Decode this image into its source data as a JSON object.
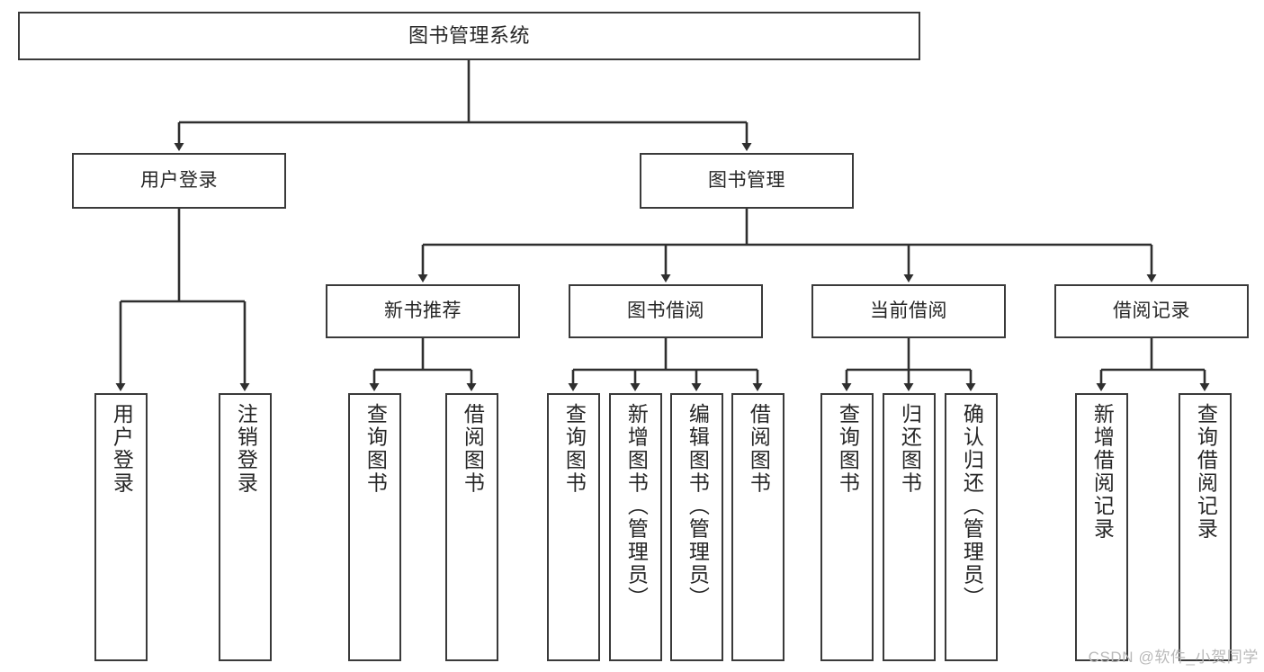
{
  "diagram": {
    "title": "图书管理系统",
    "type": "tree-hierarchy",
    "watermark": "CSDN @软件_小贺同学",
    "colors": {
      "box_border": "#3a3a3a",
      "box_fill": "#ffffff",
      "edge": "#2f2f2f",
      "text": "#262626",
      "watermark": "#b9b9b9",
      "background": "#ffffff"
    },
    "root": {
      "id": "root",
      "label": "图书管理系统"
    },
    "level2": [
      {
        "id": "user_login",
        "label": "用户登录"
      },
      {
        "id": "book_mgmt",
        "label": "图书管理"
      }
    ],
    "level3": [
      {
        "id": "new_book_rec",
        "label": "新书推荐",
        "parent": "book_mgmt"
      },
      {
        "id": "book_borrow",
        "label": "图书借阅",
        "parent": "book_mgmt"
      },
      {
        "id": "current_borrow",
        "label": "当前借阅",
        "parent": "book_mgmt"
      },
      {
        "id": "borrow_record",
        "label": "借阅记录",
        "parent": "book_mgmt"
      }
    ],
    "leaves": [
      {
        "id": "leaf_user_login",
        "label": "用户登录",
        "parent": "user_login"
      },
      {
        "id": "leaf_user_logout",
        "label": "注销登录",
        "parent": "user_login"
      },
      {
        "id": "leaf_nbr_query",
        "label": "查询图书",
        "parent": "new_book_rec"
      },
      {
        "id": "leaf_nbr_borrow",
        "label": "借阅图书",
        "parent": "new_book_rec"
      },
      {
        "id": "leaf_bb_query",
        "label": "查询图书",
        "parent": "book_borrow"
      },
      {
        "id": "leaf_bb_add",
        "label": "新增图书（管理员）",
        "parent": "book_borrow"
      },
      {
        "id": "leaf_bb_edit",
        "label": "编辑图书（管理员）",
        "parent": "book_borrow"
      },
      {
        "id": "leaf_bb_borrow",
        "label": "借阅图书",
        "parent": "book_borrow"
      },
      {
        "id": "leaf_cb_query",
        "label": "查询图书",
        "parent": "current_borrow"
      },
      {
        "id": "leaf_cb_return",
        "label": "归还图书",
        "parent": "current_borrow"
      },
      {
        "id": "leaf_cb_confirm",
        "label": "确认归还（管理员）",
        "parent": "current_borrow"
      },
      {
        "id": "leaf_br_add",
        "label": "新增借阅记录",
        "parent": "borrow_record"
      },
      {
        "id": "leaf_br_query",
        "label": "查询借阅记录",
        "parent": "borrow_record"
      }
    ]
  }
}
